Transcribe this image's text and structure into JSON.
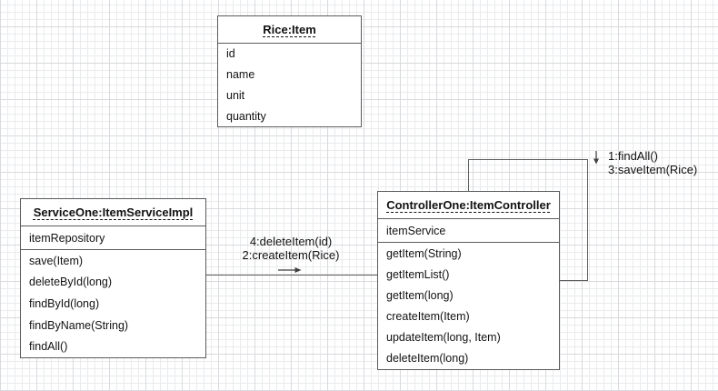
{
  "diagram": {
    "classes": {
      "rice": {
        "title": "Rice:Item",
        "attributes": [
          "id",
          "name",
          "unit",
          "quantity"
        ]
      },
      "service": {
        "title": "ServiceOne:ItemServiceImpl",
        "attributes": [
          "itemRepository"
        ],
        "methods": [
          "save(Item)",
          "deleteById(long)",
          "findById(long)",
          "findByName(String)",
          "findAll()"
        ]
      },
      "controller": {
        "title": "ControllerOne:ItemController",
        "attributes": [
          "itemService"
        ],
        "methods": [
          "getItem(String)",
          "getItemList()",
          "getItem(long)",
          "createItem(Item)",
          "updateItem(long, Item)",
          "deleteItem(long)"
        ]
      }
    },
    "edges": {
      "service_to_controller": {
        "label_line1": "4:deleteItem(id)",
        "label_line2": "2:createItem(Rice)",
        "arrow_icon_name": "right-arrow-icon",
        "arrow_glyph": "→"
      },
      "controller_self_loop": {
        "label_line1": "1:findAll()",
        "label_line2": "3:saveItem(Rice)",
        "arrow_icon_name": "down-arrow-icon",
        "arrow_glyph": "↓"
      }
    },
    "colors": {
      "canvas_background": "#ffffff",
      "grid_minor": "#e9ebed",
      "grid_major": "#d8dadd",
      "box_border": "#5b5b5b",
      "edge_line": "#5e5e5e",
      "text": "#111111"
    }
  }
}
